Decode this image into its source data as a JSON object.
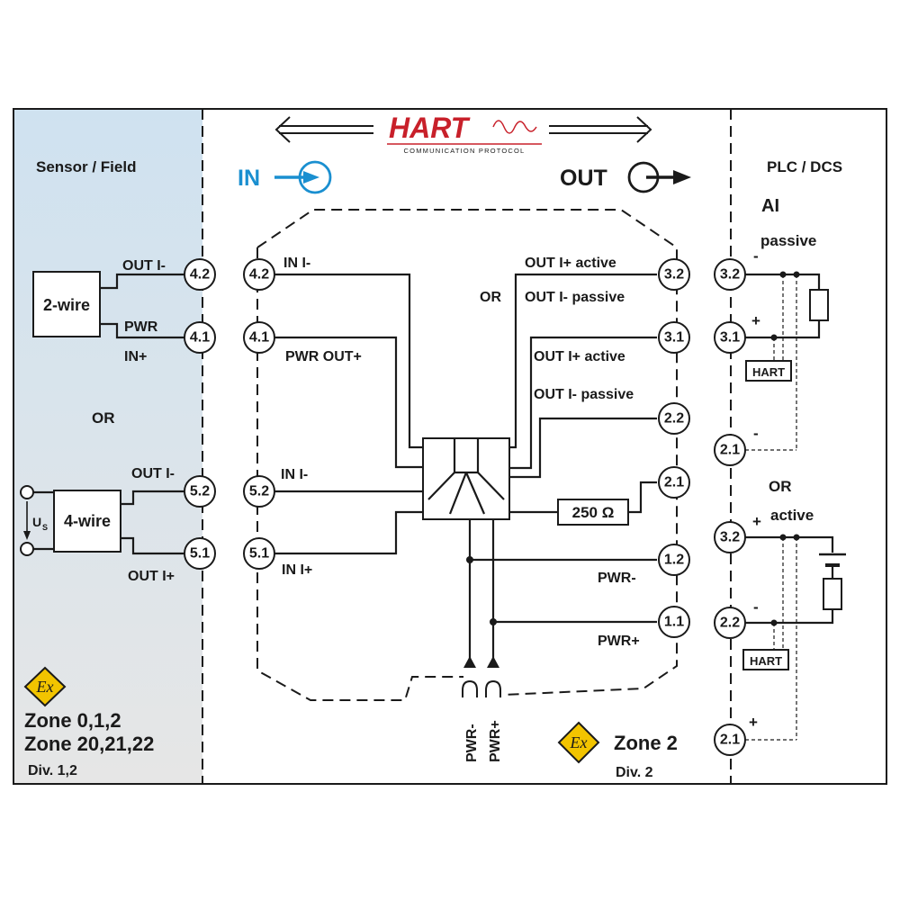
{
  "logo": {
    "text": "HART",
    "subtitle": "COMMUNICATION PROTOCOL",
    "accent": "#c8202a"
  },
  "zones": {
    "left_title": "Sensor / Field",
    "right_title": "PLC / DCS",
    "left_zone_lines": [
      "Zone 0,1,2",
      "Zone 20,21,22"
    ],
    "left_div": "Div. 1,2",
    "middle_zone": "Zone 2",
    "middle_div": "Div. 2"
  },
  "io": {
    "in_label": "IN",
    "out_label": "OUT",
    "in_color": "#1a8fd0"
  },
  "field": {
    "two_wire": "2-wire",
    "four_wire": "4-wire",
    "us_label": "U",
    "us_sub": "S",
    "or": "OR",
    "out_i_minus_top": "OUT I-",
    "pwr": "PWR",
    "in_plus": "IN+",
    "out_i_minus_4w": "OUT I-",
    "out_i_plus_4w": "OUT I+"
  },
  "terminals_field": [
    "4.2",
    "4.1",
    "5.2",
    "5.1"
  ],
  "terminals_in": [
    "4.2",
    "4.1",
    "5.2",
    "5.1"
  ],
  "in_labels": {
    "in_minus_a": "IN I-",
    "pwr_out": "PWR OUT+",
    "in_minus_b": "IN I-",
    "in_plus": "IN I+"
  },
  "terminals_out": [
    "3.2",
    "3.1",
    "2.2",
    "2.1",
    "1.2",
    "1.1"
  ],
  "out_labels": {
    "or": "OR",
    "out_iplus_active_1": "OUT I+ active",
    "out_iminus_passive_1": "OUT I- passive",
    "out_iplus_active_2": "OUT I+ active",
    "out_iminus_passive_2": "OUT I- passive",
    "resistor": "250 Ω",
    "pwr_minus": "PWR-",
    "pwr_plus": "PWR+",
    "pwr_minus_bottom": "PWR-",
    "pwr_plus_bottom": "PWR+"
  },
  "plc": {
    "ai": "AI",
    "passive": "passive",
    "or": "OR",
    "active": "active",
    "hart_box": "HART",
    "minus": "-",
    "plus": "+",
    "terminals_passive": [
      "3.2",
      "3.1",
      "2.1"
    ],
    "terminals_active": [
      "3.2",
      "2.2",
      "2.1"
    ]
  },
  "ex_symbol": "Ex"
}
